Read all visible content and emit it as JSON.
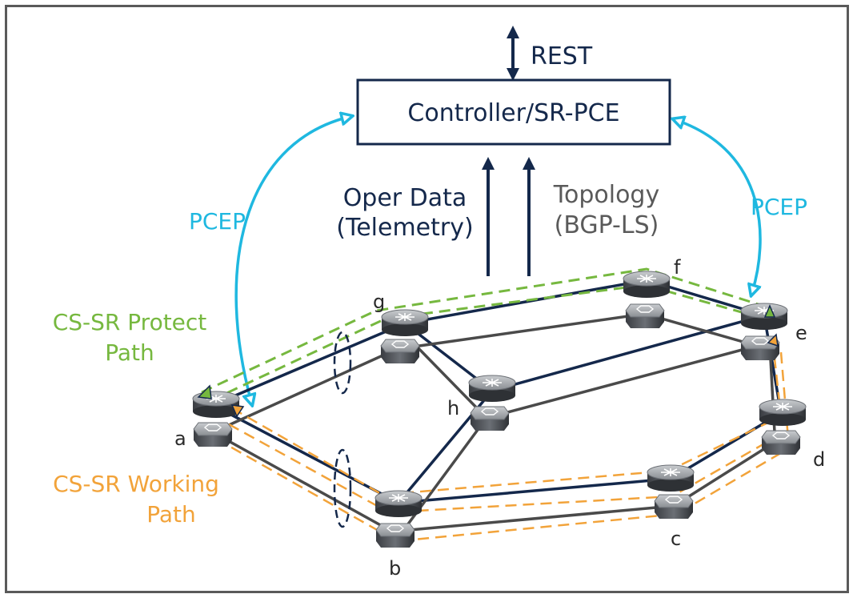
{
  "controller": {
    "label": "Controller/SR-PCE"
  },
  "rest": {
    "label": "REST"
  },
  "oper_data": {
    "line1": "Oper Data",
    "line2": "(Telemetry)"
  },
  "topology": {
    "line1": "Topology",
    "line2": "(BGP-LS)"
  },
  "pcep_left": {
    "label": "PCEP"
  },
  "pcep_right": {
    "label": "PCEP"
  },
  "protect_path": {
    "line1": "CS-SR Protect",
    "line2": "Path"
  },
  "working_path": {
    "line1": "CS-SR Working",
    "line2": "Path"
  },
  "nodes": {
    "a": "a",
    "b": "b",
    "c": "c",
    "d": "d",
    "e": "e",
    "f": "f",
    "g": "g",
    "h": "h"
  },
  "colors": {
    "navy": "#14284b",
    "link_gray": "#4a4a4a",
    "pcep_cyan": "#1fb8e0",
    "protect_green": "#76b83f",
    "working_orange": "#f2a33a",
    "topology_gray": "#5a5a5a",
    "frame": "#5a5a5a"
  }
}
